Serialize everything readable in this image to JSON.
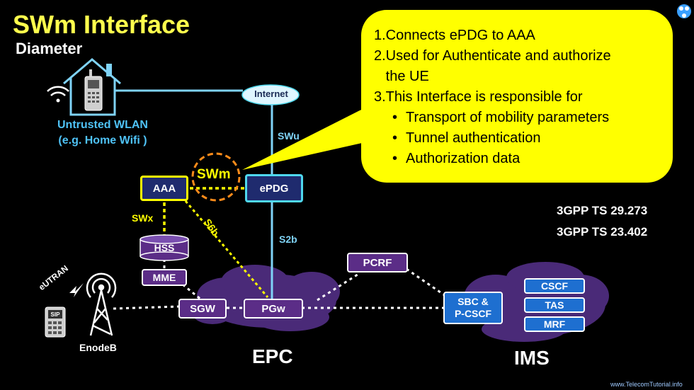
{
  "title": "SWm Interface",
  "subtitle": "Diameter",
  "wlan": {
    "line1": "Untrusted WLAN",
    "line2": "(e.g. Home Wifi )"
  },
  "nodes": {
    "internet": "Internet",
    "aaa": "AAA",
    "epdg": "ePDG",
    "hss": "HSS",
    "mme": "MME",
    "sgw": "SGW",
    "pgw": "PGw",
    "pcrf": "PCRF",
    "sbc_line1": "SBC &",
    "sbc_line2": "P-CSCF",
    "cscf": "CSCF",
    "tas": "TAS",
    "mrf": "MRF",
    "enodeb": "EnodeB",
    "sip": "SIP"
  },
  "interfaces": {
    "swm": "SWm",
    "swu": "SWu",
    "s2b": "S2b",
    "swx": "SWx",
    "s6b": "S6b",
    "eutran": "eUTRAN"
  },
  "callout": {
    "items": [
      "1.Connects ePDG to AAA",
      "2.Used for Authenticate and authorize",
      "   the UE",
      "3.This Interface is responsible for"
    ],
    "subitems": [
      "Transport of mobility parameters",
      "Tunnel authentication",
      "Authorization data"
    ]
  },
  "specs": [
    "3GPP TS 29.273",
    "3GPP TS 23.402"
  ],
  "domains": {
    "epc": "EPC",
    "ims": "IMS"
  },
  "footer": "www.TelecomTutorial.info",
  "colors": {
    "title": "#ffff4d",
    "callout": "#ffff00",
    "wlan_text": "#4fc3f7",
    "epdg_border": "#4fd8ee",
    "swm_ring": "#ff8c1a",
    "cloud": "#4a2a78"
  }
}
